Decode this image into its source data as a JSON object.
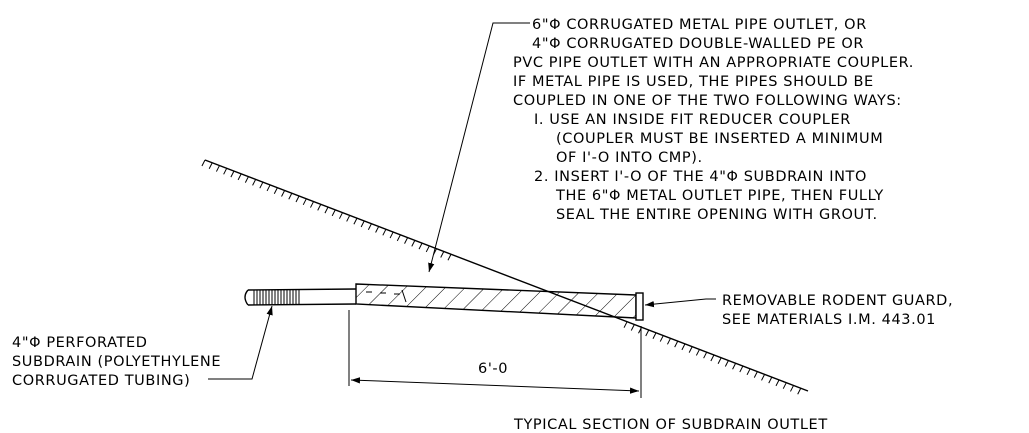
{
  "outlet_note": [
    "6\"Φ CORRUGATED METAL PIPE OUTLET, OR",
    "4\"Φ CORRUGATED DOUBLE-WALLED PE OR",
    "PVC PIPE OUTLET WITH AN APPROPRIATE COUPLER.",
    "IF METAL PIPE IS USED, THE PIPES SHOULD BE",
    "COUPLED IN ONE OF THE TWO FOLLOWING WAYS:",
    "I. USE AN INSIDE FIT REDUCER COUPLER",
    "(COUPLER MUST BE INSERTED A MINIMUM",
    "OF I'-O INTO CMP).",
    "2. INSERT I'-O OF THE 4\"Φ SUBDRAIN INTO",
    "THE 6\"Φ METAL OUTLET PIPE, THEN FULLY",
    "SEAL THE ENTIRE OPENING WITH GROUT."
  ],
  "rodent_guard_note": [
    "REMOVABLE RODENT GUARD,",
    "SEE MATERIALS I.M. 443.01"
  ],
  "subdrain_note": [
    "4\"Φ PERFORATED",
    "SUBDRAIN (POLYETHYLENE",
    "CORRUGATED TUBING)"
  ],
  "dimension_label": "6'-0",
  "section_title": "TYPICAL SECTION OF SUBDRAIN OUTLET"
}
